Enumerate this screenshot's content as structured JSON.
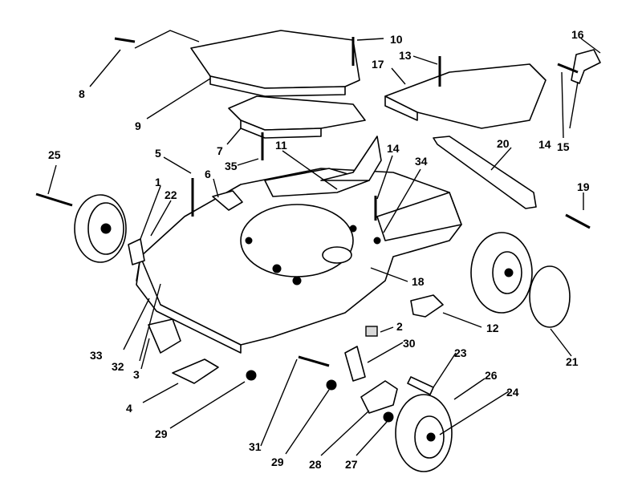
{
  "callouts": {
    "c1": "1",
    "c2": "2",
    "c3": "3",
    "c4": "4",
    "c5": "5",
    "c6": "6",
    "c7": "7",
    "c8": "8",
    "c9": "9",
    "c10": "10",
    "c11": "11",
    "c12": "12",
    "c13": "13",
    "c14a": "14",
    "c14b": "14",
    "c15": "15",
    "c16": "16",
    "c17": "17",
    "c18": "18",
    "c19": "19",
    "c20": "20",
    "c21": "21",
    "c22": "22",
    "c23": "23",
    "c24": "24",
    "c25": "25",
    "c26": "26",
    "c27": "27",
    "c28": "28",
    "c29a": "29",
    "c29b": "29",
    "c30": "30",
    "c31": "31",
    "c32": "32",
    "c33": "33",
    "c34": "34",
    "c35": "35"
  }
}
